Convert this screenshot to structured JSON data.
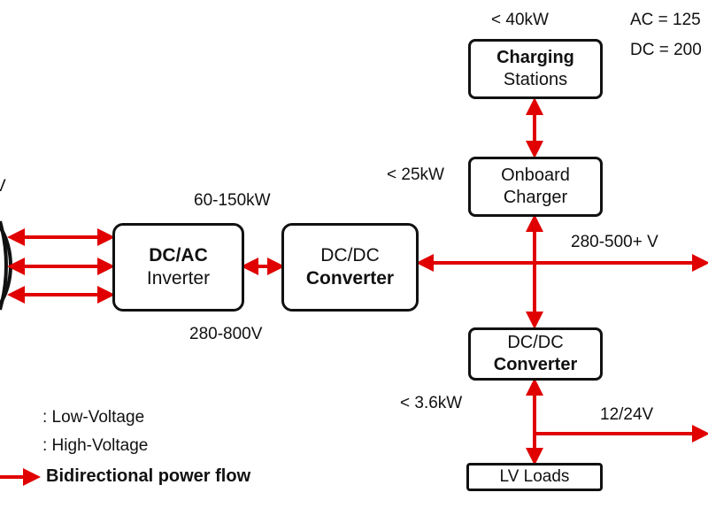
{
  "colors": {
    "power_flow": "#e00000",
    "outline": "#111111"
  },
  "blocks": {
    "dcac": {
      "line1": "DC/AC",
      "line2": "Inverter"
    },
    "dcdc_main": {
      "line1": "DC/DC",
      "line2": "Converter"
    },
    "charging": {
      "line1": "Charging",
      "line2": "Stations"
    },
    "onboard": {
      "line1": "Onboard",
      "line2": "Charger"
    },
    "dcdc_lv": {
      "line1": "DC/DC",
      "line2": "Converter"
    },
    "lv_loads": {
      "label": "LV Loads"
    }
  },
  "labels": {
    "motor_power": "60-150kW",
    "hv_range": "280-800V",
    "charging_power": "< 40kW",
    "ac_spec": "AC = 125",
    "dc_spec": "DC = 200",
    "onboard_power": "< 25kW",
    "hv_bus": "280-500+ V",
    "lv_converter_power": "< 3.6kW",
    "lv_bus": "12/24V",
    "left_edge_partial": "V"
  },
  "legend": {
    "low_voltage": ": Low-Voltage",
    "high_voltage": ": High-Voltage",
    "bidirectional": "Bidirectional power flow"
  }
}
